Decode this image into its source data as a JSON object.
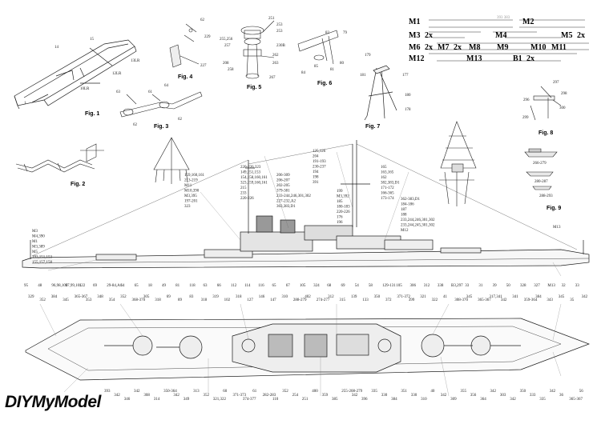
{
  "figures": {
    "fig1": {
      "caption": "Fig. 1",
      "parts": [
        "15",
        "14",
        "13LR",
        "12LR",
        "10LR",
        "1"
      ]
    },
    "fig2": {
      "caption": "Fig. 2"
    },
    "fig3": {
      "caption": "Fig. 3",
      "parts": [
        "63",
        "61",
        "64",
        "62",
        "62"
      ]
    },
    "fig4": {
      "caption": "Fig. 4",
      "parts": [
        "62",
        "229",
        "227"
      ]
    },
    "fig5": {
      "caption": "Fig. 5",
      "parts": [
        "251",
        "253",
        "253",
        "255,256",
        "257",
        "230B",
        "262",
        "208",
        "258",
        "263",
        "267"
      ]
    },
    "fig6": {
      "caption": "Fig. 6",
      "parts": [
        "82",
        "79",
        "84",
        "81",
        "80",
        "85"
      ]
    },
    "fig7": {
      "caption": "Fig. 7",
      "parts": [
        "179",
        "181",
        "177",
        "180",
        "178"
      ]
    },
    "fig8": {
      "caption": "Fig. 8",
      "parts": [
        "297",
        "296",
        "298",
        "300",
        "299"
      ]
    },
    "fig9": {
      "caption": "Fig. 9",
      "parts": [
        "266-279",
        "280-287",
        "288-293"
      ]
    }
  },
  "legend": {
    "row1": [
      "M1",
      "M2"
    ],
    "row2": [
      "M3",
      "2x",
      "M4",
      "M5",
      "2x"
    ],
    "row3": [
      "M6",
      "2x",
      "M7",
      "2x",
      "M8",
      "M9",
      "M10",
      "M11"
    ],
    "row4": [
      "M12",
      "M13",
      "B1",
      "2x"
    ],
    "faint": "393 383"
  },
  "side_view": {
    "top_callouts": [
      "M3",
      "M4,390",
      "M1",
      "M3,389",
      "M5",
      "193,151,153",
      "155,157,158",
      "159,160,161",
      "213-219",
      "M11",
      "M10,390",
      "M3,395",
      "197-201",
      "323",
      "220-226,323",
      "149,151,153",
      "154,158,160,161",
      "323,159,160,161",
      "215",
      "233",
      "220-226",
      "206-309",
      "206-207",
      "202-205",
      "379-381",
      "233-244,246,301,302",
      "227-232,A2",
      "363,383,D1",
      "125,126",
      "204",
      "191-193",
      "230-237",
      "194",
      "198",
      "391",
      "199",
      "M3,392",
      "185",
      "180-183",
      "220-226",
      "176",
      "196",
      "165",
      "163,165",
      "162",
      "382,383,D1",
      "171-172",
      "166-365",
      "173-174",
      "362-383,D1",
      "184-186",
      "187",
      "188",
      "233,244,246,301,302",
      "233,244,245,301,302",
      "M12",
      "M13"
    ],
    "bottom_callouts": [
      "95",
      "48",
      "96,98,100",
      "97,99,101",
      "122",
      "69",
      "29-84,A1",
      "64",
      "65",
      "18",
      "49",
      "81",
      "118",
      "63",
      "66",
      "112",
      "114",
      "116",
      "65",
      "67",
      "105",
      "324",
      "68",
      "69",
      "54",
      "58",
      "129-131",
      "105",
      "306",
      "312",
      "338",
      "B3,297",
      "33",
      "31",
      "39",
      "50",
      "328",
      "327",
      "M13",
      "32",
      "33"
    ]
  },
  "deck_plan": {
    "top_callouts": [
      "329",
      "352",
      "384",
      "345",
      "365-367",
      "353",
      "348",
      "354",
      "352",
      "368-370",
      "305",
      "318",
      "69",
      "89",
      "83",
      "318",
      "319",
      "102",
      "318",
      "127",
      "146",
      "147",
      "310",
      "288-279",
      "402",
      "274-277",
      "312",
      "315",
      "139",
      "133",
      "350",
      "372",
      "371-372",
      "399",
      "321",
      "322",
      "41",
      "308-370",
      "345",
      "365-367",
      "317,341",
      "342",
      "341",
      "359-364",
      "384",
      "343",
      "345",
      "35",
      "342"
    ],
    "bottom_callouts": [
      "393",
      "342",
      "346",
      "342",
      "308",
      "314",
      "350-364",
      "342",
      "349",
      "313",
      "352",
      "321,322",
      "60",
      "371-373",
      "374-377",
      "61",
      "282-283",
      "110",
      "352",
      "254",
      "251",
      "400",
      "359",
      "385",
      "255-208-279",
      "342",
      "396",
      "335",
      "330",
      "384",
      "351",
      "330",
      "310",
      "40",
      "342",
      "309",
      "355",
      "356",
      "364",
      "342",
      "303",
      "342",
      "350",
      "333",
      "335",
      "342",
      "36",
      "365-367",
      "56"
    ]
  },
  "brand": {
    "name": "DIYMyModel"
  }
}
